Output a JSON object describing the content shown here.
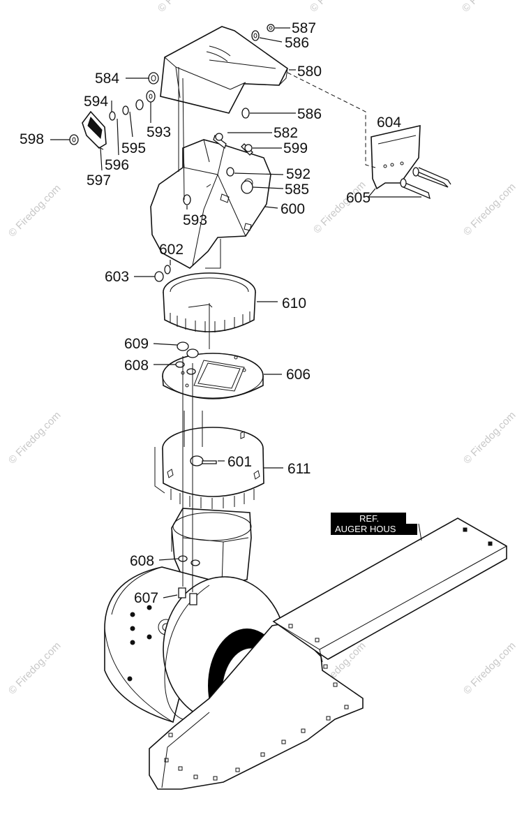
{
  "diagram": {
    "part_numbers": [
      "587",
      "586",
      "580",
      "584",
      "594",
      "586",
      "593",
      "598",
      "595",
      "596",
      "582",
      "599",
      "597",
      "604",
      "592",
      "585",
      "605",
      "600",
      "593",
      "602",
      "603",
      "610",
      "609",
      "606",
      "608",
      "601",
      "611",
      "608",
      "607"
    ],
    "reference_label": [
      "REF.",
      "AUGER HOUS"
    ],
    "watermark_text": "© Firedog.com"
  }
}
